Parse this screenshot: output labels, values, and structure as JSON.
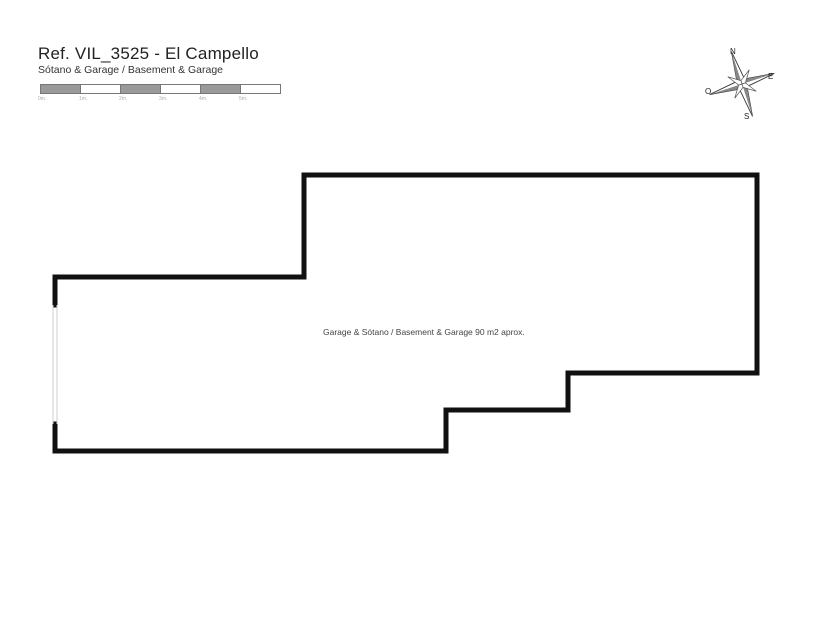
{
  "header": {
    "title": "Ref. VIL_3525 - El Campello",
    "subtitle": "Sótano & Garage / Basement & Garage"
  },
  "scale": {
    "labels": [
      "0m.",
      "1m.",
      "2m.",
      "3m.",
      "4m.",
      "5m."
    ],
    "segment_pattern": [
      "dark",
      "light",
      "dark",
      "light",
      "dark",
      "light"
    ]
  },
  "compass": {
    "north": "N",
    "east": "E",
    "south": "S",
    "west": "O"
  },
  "floorplan": {
    "room_label": "Garage & Sótano / Basement & Garage 90 m2 aprox.",
    "wall_color": "#111111",
    "opening_color": "#cfcfcf"
  }
}
